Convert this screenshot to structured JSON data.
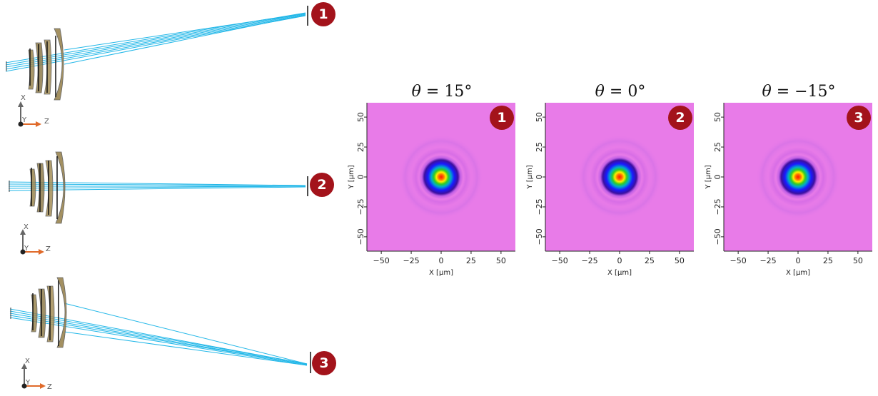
{
  "colors": {
    "badge": "#a3131b",
    "ray": "#22b7e8",
    "lens": "#9a8550",
    "psf_background": "#e87be8",
    "axis_z": "#e06a2a",
    "axis_x": "#666666"
  },
  "ray_panels": [
    {
      "badge": "1",
      "axis_x_label": "X",
      "axis_z_label": "Z",
      "axis_y_label": "Y"
    },
    {
      "badge": "2",
      "axis_x_label": "X",
      "axis_z_label": "Z",
      "axis_y_label": "Y"
    },
    {
      "badge": "3",
      "axis_x_label": "X",
      "axis_z_label": "Z",
      "axis_y_label": "Y"
    }
  ],
  "psf_plots": [
    {
      "theta_symbol": "θ",
      "title_value": "= 15°",
      "badge": "1"
    },
    {
      "theta_symbol": "θ",
      "title_value": "= 0°",
      "badge": "2"
    },
    {
      "theta_symbol": "θ",
      "title_value": "= −15°",
      "badge": "3"
    }
  ],
  "psf_axes": {
    "xlabel": "X [μm]",
    "ylabel": "Y [μm]",
    "xticks": [
      "−50",
      "−25",
      "0",
      "25",
      "50"
    ],
    "yticks": [
      "50",
      "25",
      "0",
      "−25",
      "−50"
    ],
    "xlim": [
      -62,
      62
    ],
    "ylim": [
      -62,
      62
    ]
  }
}
